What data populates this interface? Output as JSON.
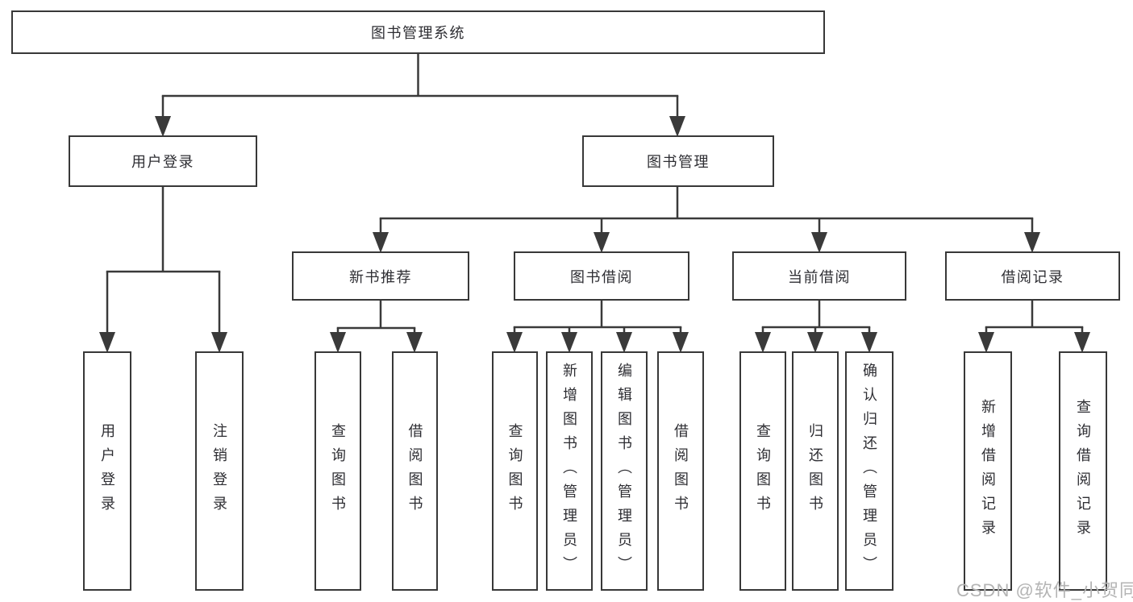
{
  "diagram_title": "图书管理系统",
  "tree": {
    "label": "图书管理系统",
    "children": [
      {
        "label": "用户登录",
        "children": [
          {
            "label": "用户登录"
          },
          {
            "label": "注销登录"
          }
        ]
      },
      {
        "label": "图书管理",
        "children": [
          {
            "label": "新书推荐",
            "children": [
              {
                "label": "查询图书"
              },
              {
                "label": "借阅图书"
              }
            ]
          },
          {
            "label": "图书借阅",
            "children": [
              {
                "label": "查询图书"
              },
              {
                "label": "新增图书（管理员）"
              },
              {
                "label": "编辑图书（管理员）"
              },
              {
                "label": "借阅图书"
              }
            ]
          },
          {
            "label": "当前借阅",
            "children": [
              {
                "label": "查询图书"
              },
              {
                "label": "归还图书"
              },
              {
                "label": "确认归还（管理员）"
              }
            ]
          },
          {
            "label": "借阅记录",
            "children": [
              {
                "label": "新增借阅记录"
              },
              {
                "label": "查询借阅记录"
              }
            ]
          }
        ]
      }
    ]
  },
  "watermark": {
    "text": "CSDN @软件_小贺同学"
  },
  "colors": {
    "background": "#ffffff",
    "box_border": "#383838",
    "connector_line": "#3a3a3a",
    "text": "#2e2e33",
    "watermark": "#b4b4b4"
  }
}
